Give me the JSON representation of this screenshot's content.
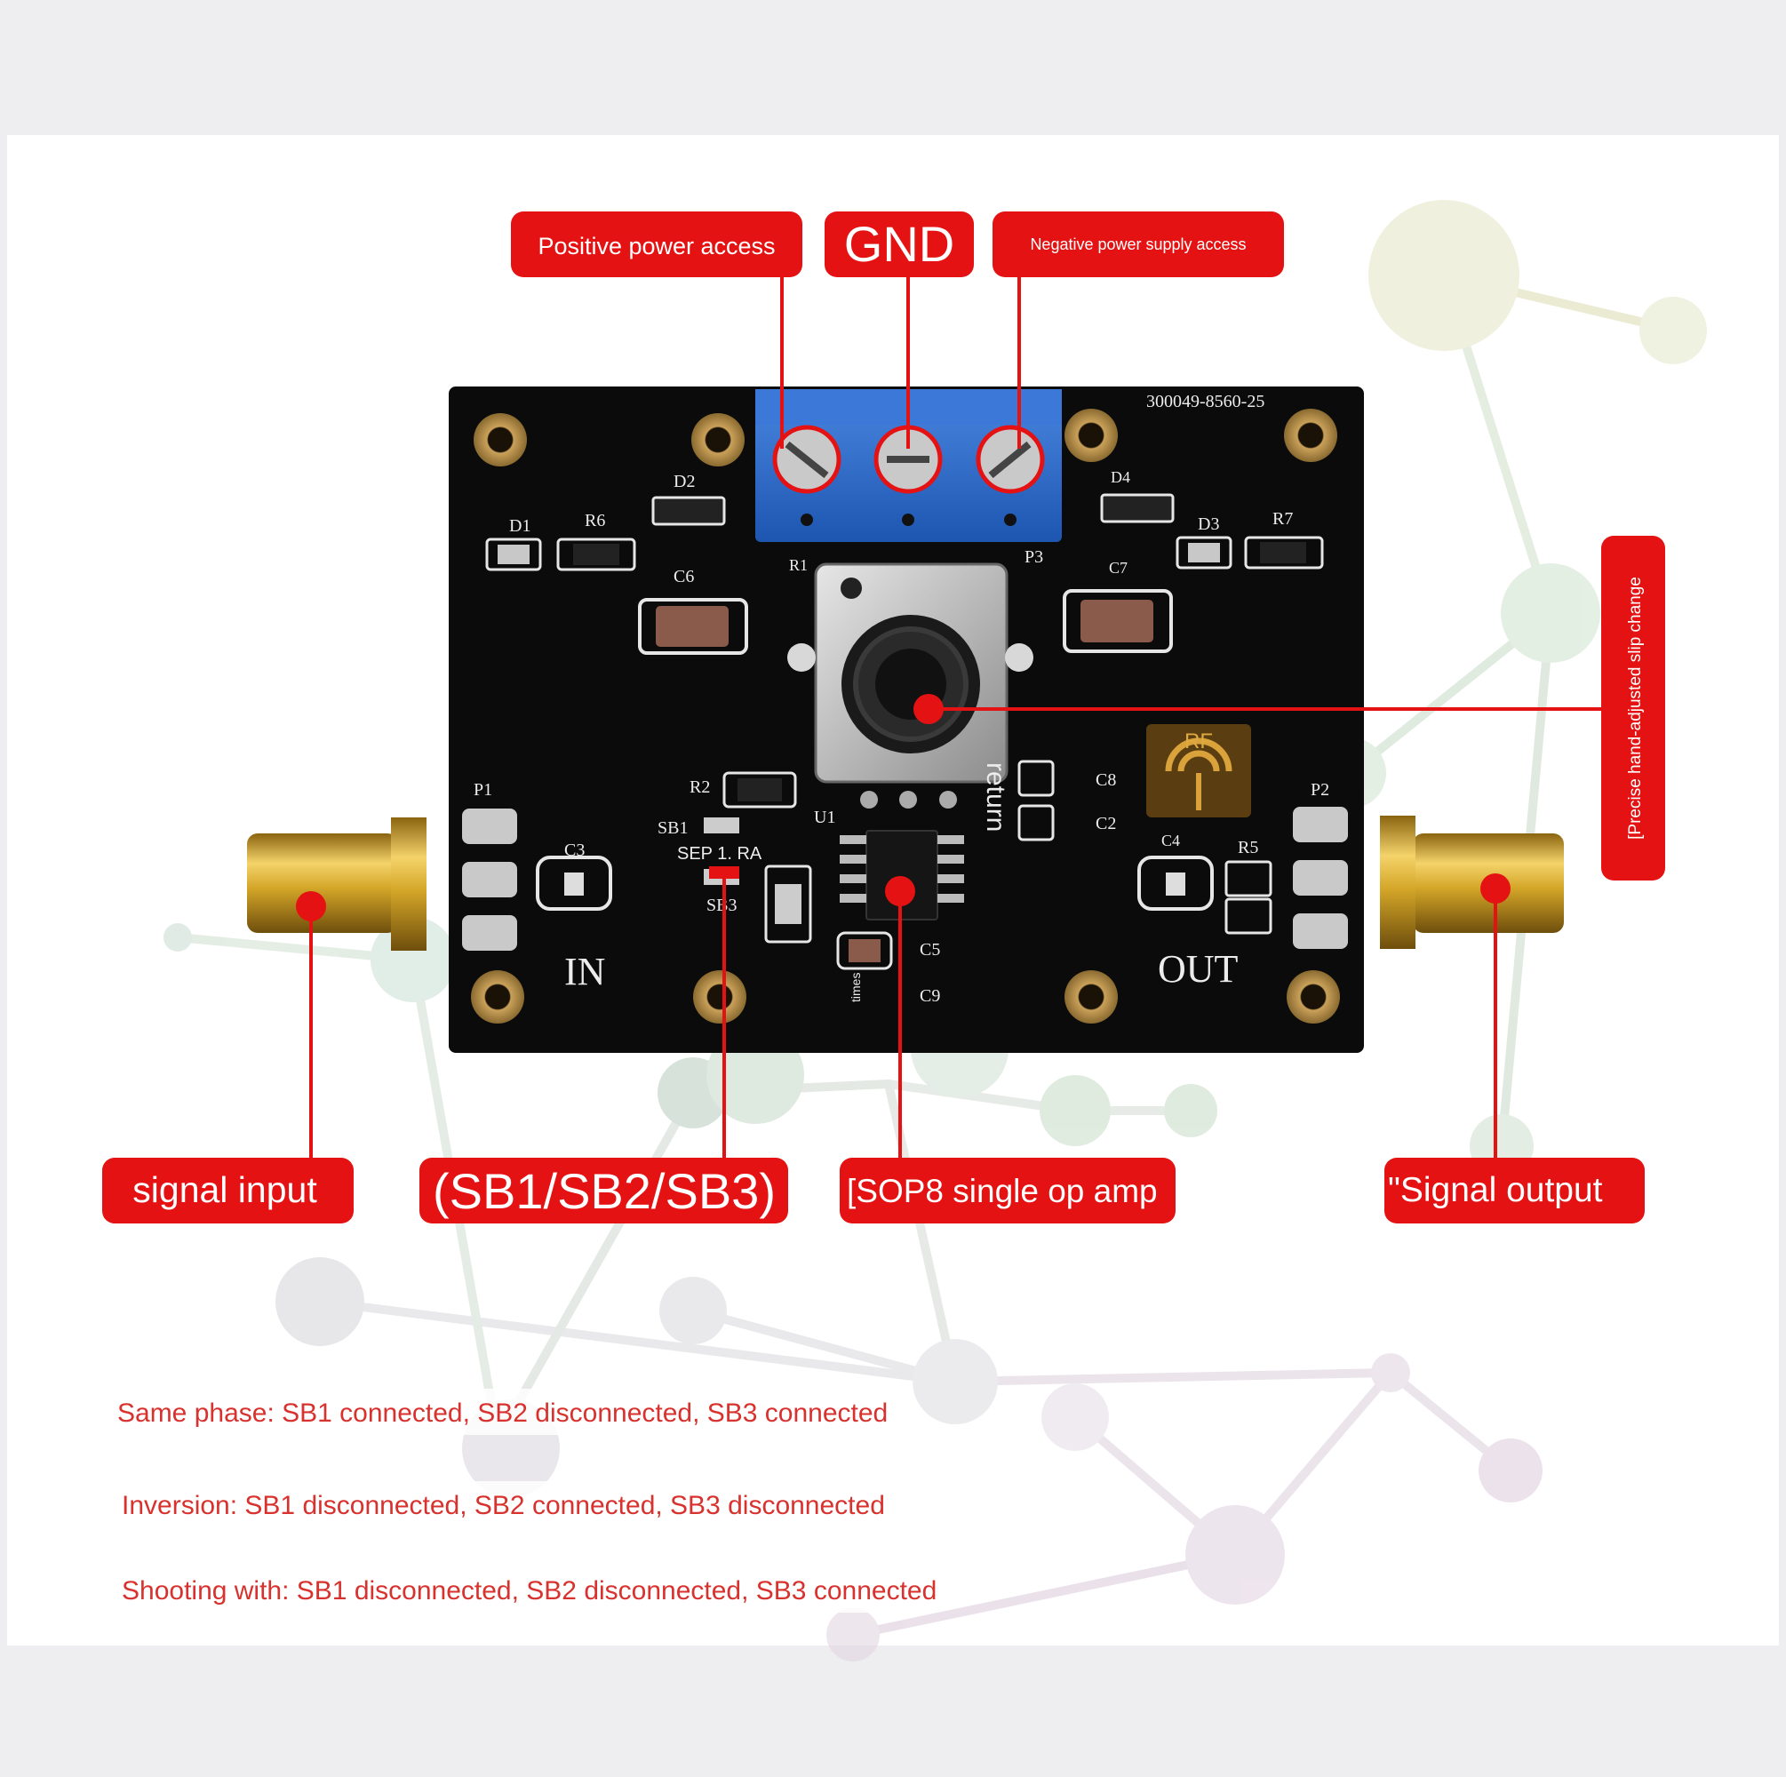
{
  "callouts": {
    "positive_power": "Positive power access",
    "gnd": "GND",
    "negative_power": "Negative power supply access",
    "slip_change": "[Precise hand-adjusted slip change",
    "signal_input": "signal input",
    "sb_jumpers": "(SB1/SB2/SB3)",
    "sop8": "[SOP8 single op amp",
    "signal_output": "\"Signal output"
  },
  "notes": [
    "Same phase: SB1 connected, SB2 disconnected, SB3 connected",
    "Inversion: SB1 disconnected, SB2 connected, SB3 disconnected",
    "Shooting with: SB1 disconnected, SB2 disconnected, SB3 connected"
  ],
  "board": {
    "serial": "300049-8560-25",
    "in_label": "IN",
    "out_label": "OUT",
    "return_label": "return",
    "sep_label": "SEP 1. RA",
    "rf_logo": "RF",
    "times_label": "times",
    "refdes": {
      "d1": "D1",
      "d2": "D2",
      "d3": "D3",
      "d4": "D4",
      "r1": "R1",
      "r2": "R2",
      "r5": "R5",
      "r6": "R6",
      "r7": "R7",
      "c2": "C2",
      "c3": "C3",
      "c4": "C4",
      "c5": "C5",
      "c6": "C6",
      "c7": "C7",
      "c8": "C8",
      "c9": "C9",
      "p1": "P1",
      "p2": "P2",
      "p3": "P3",
      "u1": "U1",
      "sb1": "SB1",
      "sb3": "SB3"
    }
  },
  "colors": {
    "callout_red": "#e41212",
    "note_red": "#d8322e",
    "pcb_black": "#0b0b0b",
    "terminal_blue": "#2f6fd0",
    "sma_gold": "#d4a628"
  }
}
